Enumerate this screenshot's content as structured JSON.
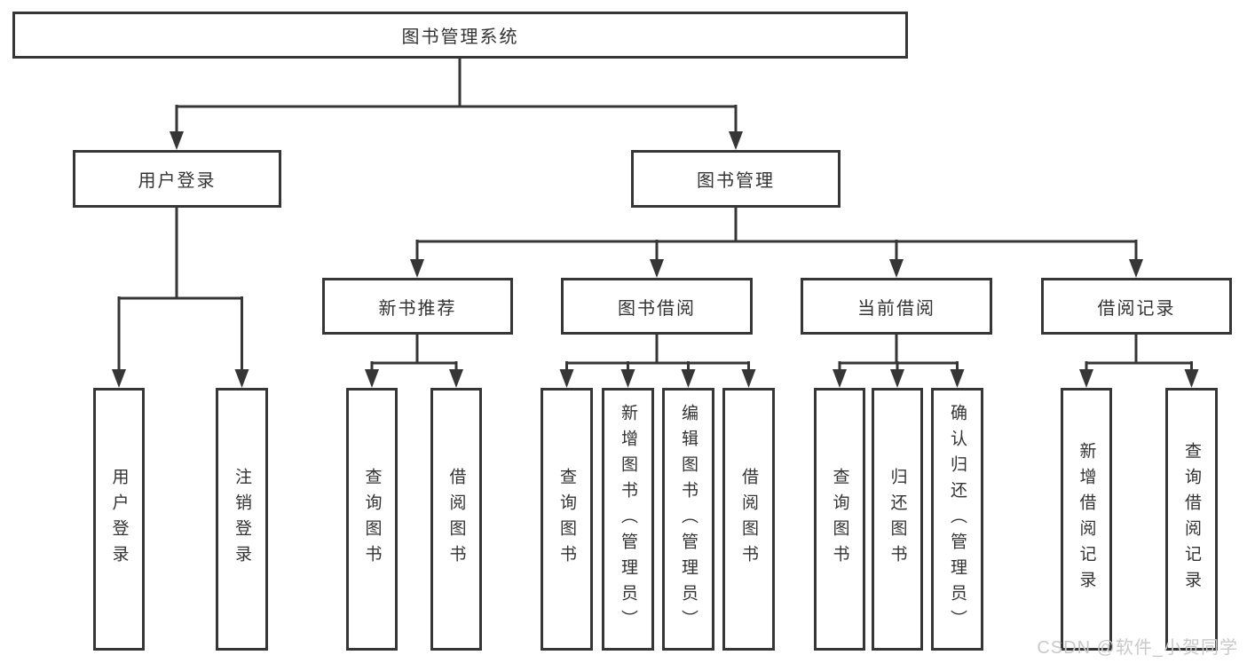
{
  "diagram": {
    "root": {
      "label": "图书管理系统"
    },
    "branches": [
      {
        "label": "用户登录",
        "children": [
          {
            "label": "用户登录"
          },
          {
            "label": "注销登录"
          }
        ]
      },
      {
        "label": "图书管理",
        "children": [
          {
            "label": "新书推荐",
            "children": [
              {
                "label": "查询图书"
              },
              {
                "label": "借阅图书"
              }
            ]
          },
          {
            "label": "图书借阅",
            "children": [
              {
                "label": "查询图书"
              },
              {
                "label": "新增图书（管理员）"
              },
              {
                "label": "编辑图书（管理员）"
              },
              {
                "label": "借阅图书"
              }
            ]
          },
          {
            "label": "当前借阅",
            "children": [
              {
                "label": "查询图书"
              },
              {
                "label": "归还图书"
              },
              {
                "label": "确认归还（管理员）"
              }
            ]
          },
          {
            "label": "借阅记录",
            "children": [
              {
                "label": "新增借阅记录"
              },
              {
                "label": "查询借阅记录"
              }
            ]
          }
        ]
      }
    ],
    "colors": {
      "line": "#363636",
      "box_border": "#363636",
      "text": "#333333",
      "background": "#ffffff"
    }
  },
  "watermark": {
    "text": "CSDN @软件_小贺同学",
    "color": "#c9c9c9"
  }
}
